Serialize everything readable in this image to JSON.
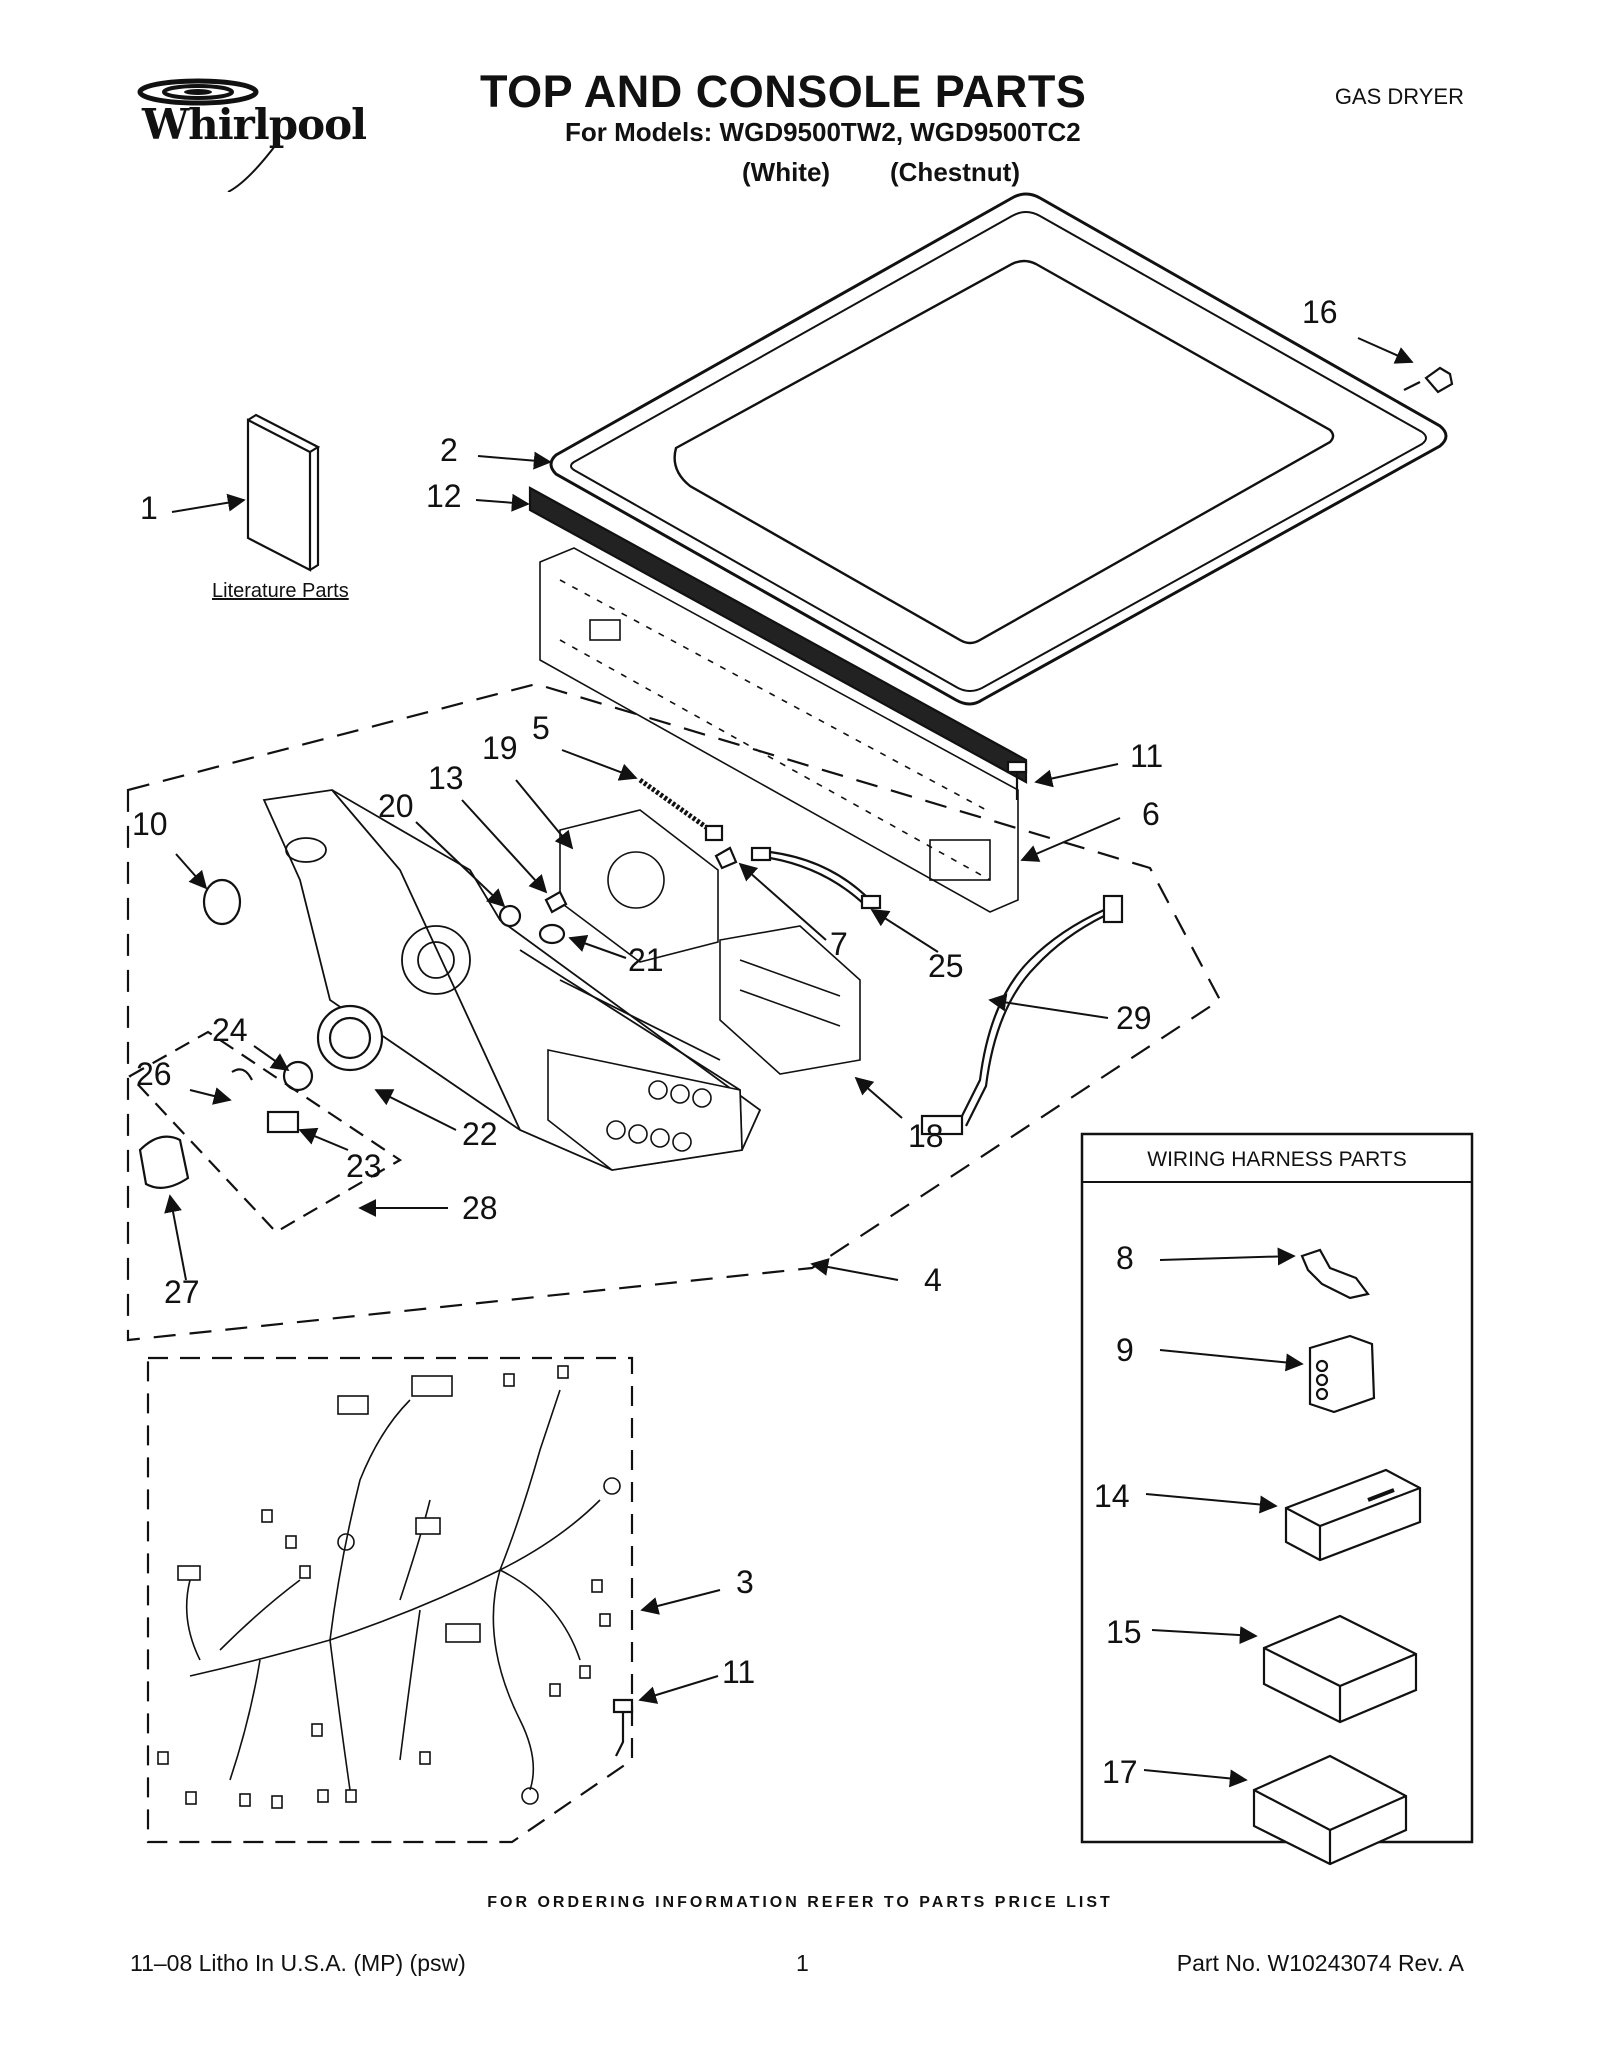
{
  "header": {
    "logo_text": "Whirlpool",
    "title": "TOP AND CONSOLE PARTS",
    "models": "For Models: WGD9500TW2, WGD9500TC2",
    "variant_white": "(White)",
    "variant_chestnut": "(Chestnut)",
    "doc_type": "GAS DRYER"
  },
  "labels": {
    "literature_parts": "Literature Parts",
    "wiring_harness_parts": "WIRING HARNESS PARTS"
  },
  "callouts": [
    {
      "id": "c1",
      "text": "1"
    },
    {
      "id": "c2",
      "text": "2"
    },
    {
      "id": "c12",
      "text": "12"
    },
    {
      "id": "c16",
      "text": "16"
    },
    {
      "id": "c11a",
      "text": "11"
    },
    {
      "id": "c6",
      "text": "6"
    },
    {
      "id": "c5",
      "text": "5"
    },
    {
      "id": "c19",
      "text": "19"
    },
    {
      "id": "c13",
      "text": "13"
    },
    {
      "id": "c20",
      "text": "20"
    },
    {
      "id": "c10",
      "text": "10"
    },
    {
      "id": "c7",
      "text": "7"
    },
    {
      "id": "c25",
      "text": "25"
    },
    {
      "id": "c21",
      "text": "21"
    },
    {
      "id": "c29",
      "text": "29"
    },
    {
      "id": "c24",
      "text": "24"
    },
    {
      "id": "c26",
      "text": "26"
    },
    {
      "id": "c22",
      "text": "22"
    },
    {
      "id": "c18",
      "text": "18"
    },
    {
      "id": "c23",
      "text": "23"
    },
    {
      "id": "c28",
      "text": "28"
    },
    {
      "id": "c27",
      "text": "27"
    },
    {
      "id": "c4",
      "text": "4"
    },
    {
      "id": "c8",
      "text": "8"
    },
    {
      "id": "c9",
      "text": "9"
    },
    {
      "id": "c14",
      "text": "14"
    },
    {
      "id": "c15",
      "text": "15"
    },
    {
      "id": "c17",
      "text": "17"
    },
    {
      "id": "c3",
      "text": "3"
    },
    {
      "id": "c11b",
      "text": "11"
    }
  ],
  "footer": {
    "ordering_note": "FOR ORDERING INFORMATION REFER TO PARTS PRICE LIST",
    "litho": "11–08 Litho In U.S.A. (MP) (psw)",
    "page_number": "1",
    "part_number": "Part No. W10243074 Rev. A"
  }
}
